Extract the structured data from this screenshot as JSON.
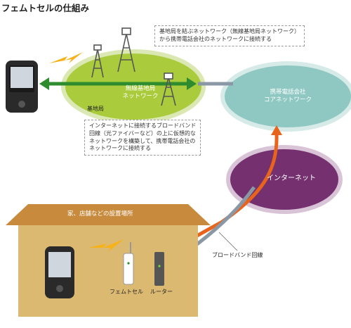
{
  "title": "フェムトセルの仕組み",
  "labels": {
    "base_station": "基地局",
    "wireless_network": "無線基地局\nネットワーク",
    "core_network": "携帯電話会社\nコアネットワーク",
    "internet": "インターネット",
    "home_location": "家、店舗などの設置場所",
    "broadband_line": "ブロードバンド回線",
    "femtocell": "フェムトセル",
    "router": "ルーター"
  },
  "notes": {
    "top": "基地局を結ぶネットワーク（無線基地局ネットワーク）\nから携帯電話会社のネットワークに接続する",
    "middle": "インターネットに接続するブロードバンド\n回線（光ファイバーなど）の上に仮想的な\nネットワークを構築して、携帯電話会社の\nネットワークに接続する"
  },
  "colors": {
    "green_arrow": "#2e8b2e",
    "orange_path": "#e8641c",
    "gray_line": "#8a98a6",
    "wireless_field": "#aacc3c",
    "core_field": "#8fc8c2",
    "internet_field": "#74306f",
    "house_wall": "#dbb970",
    "house_roof": "#c88b3e",
    "signal": "#f5b21a"
  }
}
